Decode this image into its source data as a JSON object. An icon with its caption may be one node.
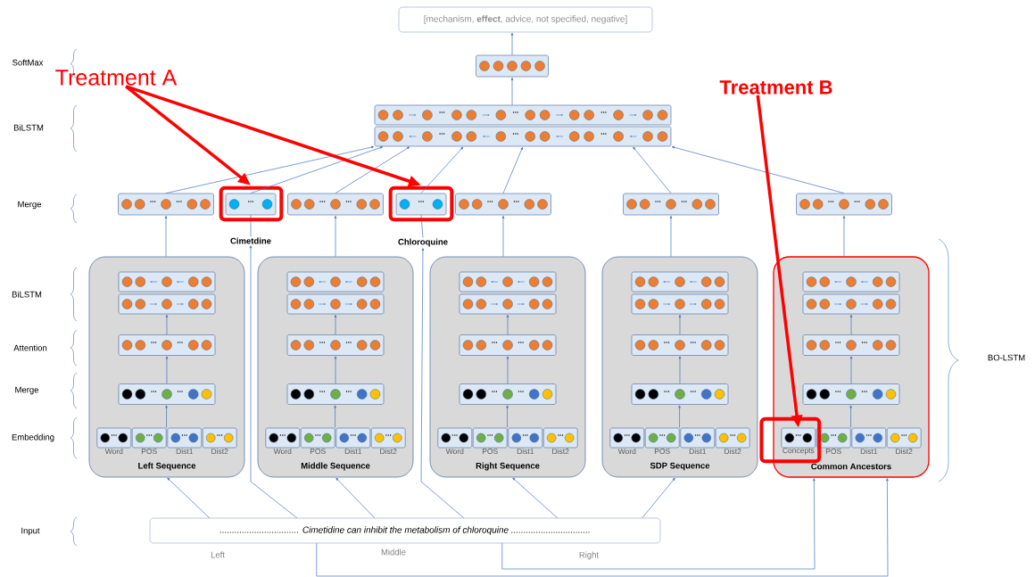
{
  "diagram": {
    "nodes": [
      {
        "text": [
          "[mechanism, **effect**, advice, not specified, negative]"
        ]
      },
      {
        "text": [],
        "shape": "bar"
      },
      {
        "text": [],
        "shape": "bar"
      },
      {
        "text": [],
        "shape": "bar"
      },
      {
        "text": [],
        "shape": "bar"
      },
      {
        "text": [],
        "shape": "bar",
        "beside": [
          "Cimetdine"
        ]
      },
      {
        "text": [],
        "shape": "bar"
      },
      {
        "text": [],
        "shape": "bar",
        "beside": [
          "Chloroquine"
        ]
      },
      {
        "text": [],
        "shape": "bar"
      },
      {
        "text": [],
        "shape": "bar"
      },
      {
        "text": [],
        "shape": "bar"
      },
      {
        "text": [
          "Treatment A"
        ]
      },
      {
        "text": [
          "Treatment B"
        ]
      },
      {
        "text": [
          "Left Sequence"
        ]
      },
      {
        "text": [],
        "shape": "bar",
        "in": 13
      },
      {
        "text": [],
        "shape": "bar",
        "in": 13
      },
      {
        "text": [],
        "shape": "bar",
        "in": 13
      },
      {
        "text": [],
        "shape": "bar",
        "in": 13
      },
      {
        "text": [],
        "shape": "bar",
        "in": 13,
        "beside": [
          "Word"
        ]
      },
      {
        "text": [],
        "shape": "bar",
        "in": 13,
        "beside": [
          "POS"
        ]
      },
      {
        "text": [],
        "shape": "bar",
        "in": 13,
        "beside": [
          "Dist1"
        ]
      },
      {
        "text": [],
        "shape": "bar",
        "in": 13,
        "beside": [
          "Dist2"
        ]
      },
      {
        "text": [
          "Middle Sequence"
        ]
      },
      {
        "text": [],
        "shape": "bar",
        "in": 22
      },
      {
        "text": [],
        "shape": "bar",
        "in": 22
      },
      {
        "text": [],
        "shape": "bar",
        "in": 22
      },
      {
        "text": [],
        "shape": "bar",
        "in": 22
      },
      {
        "text": [],
        "shape": "bar",
        "in": 22,
        "beside": [
          "Word"
        ]
      },
      {
        "text": [],
        "shape": "bar",
        "in": 22,
        "beside": [
          "POS"
        ]
      },
      {
        "text": [],
        "shape": "bar",
        "in": 22,
        "beside": [
          "Dist1"
        ]
      },
      {
        "text": [],
        "shape": "bar",
        "in": 22,
        "beside": [
          "Dist2"
        ]
      },
      {
        "text": [
          "Right Sequence"
        ]
      },
      {
        "text": [],
        "shape": "bar",
        "in": 31
      },
      {
        "text": [],
        "shape": "bar",
        "in": 31
      },
      {
        "text": [],
        "shape": "bar",
        "in": 31
      },
      {
        "text": [],
        "shape": "bar",
        "in": 31
      },
      {
        "text": [],
        "shape": "bar",
        "in": 31,
        "beside": [
          "Word"
        ]
      },
      {
        "text": [],
        "shape": "bar",
        "in": 31,
        "beside": [
          "POS"
        ]
      },
      {
        "text": [],
        "shape": "bar",
        "in": 31,
        "beside": [
          "Dist1"
        ]
      },
      {
        "text": [],
        "shape": "bar",
        "in": 31,
        "beside": [
          "Dist2"
        ]
      },
      {
        "text": [
          "SDP Sequence"
        ]
      },
      {
        "text": [],
        "shape": "bar",
        "in": 40
      },
      {
        "text": [],
        "shape": "bar",
        "in": 40
      },
      {
        "text": [],
        "shape": "bar",
        "in": 40
      },
      {
        "text": [],
        "shape": "bar",
        "in": 40
      },
      {
        "text": [],
        "shape": "bar",
        "in": 40,
        "beside": [
          "Word"
        ]
      },
      {
        "text": [],
        "shape": "bar",
        "in": 40,
        "beside": [
          "POS"
        ]
      },
      {
        "text": [],
        "shape": "bar",
        "in": 40,
        "beside": [
          "Dist1"
        ]
      },
      {
        "text": [],
        "shape": "bar",
        "in": 40,
        "beside": [
          "Dist2"
        ]
      },
      {
        "text": [
          "Common Ancestors"
        ]
      },
      {
        "text": [],
        "shape": "bar",
        "in": 49
      },
      {
        "text": [],
        "shape": "bar",
        "in": 49
      },
      {
        "text": [],
        "shape": "bar",
        "in": 49
      },
      {
        "text": [],
        "shape": "bar",
        "in": 49
      },
      {
        "text": [],
        "shape": "bar",
        "in": 49,
        "beside": [
          "Concepts"
        ]
      },
      {
        "text": [],
        "shape": "bar",
        "in": 49,
        "beside": [
          "POS"
        ]
      },
      {
        "text": [],
        "shape": "bar",
        "in": 49,
        "beside": [
          "Dist1"
        ]
      },
      {
        "text": [],
        "shape": "bar",
        "in": 49,
        "beside": [
          "Dist2"
        ]
      },
      {
        "text": [
          "................................ Cimetidine can inhibit the metabolism of chloroquine ................................"
        ],
        "beside": [
          "Left",
          "Middle",
          "Right"
        ]
      }
    ],
    "edges": [
      {
        "from": 1,
        "to": 0,
        "arrow": "to"
      },
      {
        "from": 2,
        "to": 1,
        "arrow": "to"
      },
      {
        "from": 4,
        "to": 3,
        "arrow": "to"
      },
      {
        "from": 5,
        "to": 3,
        "arrow": "to"
      },
      {
        "from": 6,
        "to": 3,
        "arrow": "to"
      },
      {
        "from": 7,
        "to": 3,
        "arrow": "to"
      },
      {
        "from": 8,
        "to": 3,
        "arrow": "to"
      },
      {
        "from": 9,
        "to": 3,
        "arrow": "to"
      },
      {
        "from": 10,
        "to": 3,
        "arrow": "to"
      },
      {
        "from": 13,
        "to": 4,
        "arrow": "to"
      },
      {
        "from": 22,
        "to": 6,
        "arrow": "to"
      },
      {
        "from": 31,
        "to": 8,
        "arrow": "to"
      },
      {
        "from": 40,
        "to": 9,
        "arrow": "to"
      },
      {
        "from": 49,
        "to": 10,
        "arrow": "to"
      },
      {
        "from": 19,
        "to": 17,
        "arrow": "to"
      },
      {
        "from": 17,
        "to": 16,
        "arrow": "to"
      },
      {
        "from": 16,
        "to": 15,
        "arrow": "to"
      },
      {
        "from": 28,
        "to": 26,
        "arrow": "to"
      },
      {
        "from": 26,
        "to": 25,
        "arrow": "to"
      },
      {
        "from": 25,
        "to": 24,
        "arrow": "to"
      },
      {
        "from": 37,
        "to": 35,
        "arrow": "to"
      },
      {
        "from": 35,
        "to": 34,
        "arrow": "to"
      },
      {
        "from": 34,
        "to": 33,
        "arrow": "to"
      },
      {
        "from": 46,
        "to": 44,
        "arrow": "to"
      },
      {
        "from": 44,
        "to": 43,
        "arrow": "to"
      },
      {
        "from": 43,
        "to": 42,
        "arrow": "to"
      },
      {
        "from": 55,
        "to": 53,
        "arrow": "to"
      },
      {
        "from": 53,
        "to": 52,
        "arrow": "to"
      },
      {
        "from": 52,
        "to": 51,
        "arrow": "to"
      },
      {
        "from": 58,
        "to": 13,
        "arrow": "to"
      },
      {
        "from": 58,
        "to": 22,
        "arrow": "to"
      },
      {
        "from": 58,
        "to": 31,
        "arrow": "to"
      },
      {
        "from": 58,
        "to": 40,
        "arrow": "to"
      },
      {
        "from": 58,
        "to": 49,
        "arrow": "to"
      },
      {
        "from": 58,
        "to": 49,
        "arrow": "to"
      },
      {
        "from": 58,
        "to": 5,
        "arrow": "to"
      },
      {
        "from": 58,
        "to": 7,
        "arrow": "to"
      },
      {
        "from": 11,
        "to": 5,
        "arrow": "to",
        "style": "thick",
        "color": "#ff0000"
      },
      {
        "from": 11,
        "to": 7,
        "arrow": "to",
        "style": "thick",
        "color": "#ff0000"
      },
      {
        "from": 12,
        "to": 54,
        "arrow": "to",
        "style": "thick",
        "color": "#ff0000"
      }
    ],
    "labels": [
      "SoftMax",
      "BiLSTM",
      "Merge",
      "BiLSTM",
      "Attention",
      "Merge",
      "Embedding",
      "Input",
      "BO-LSTM"
    ]
  }
}
